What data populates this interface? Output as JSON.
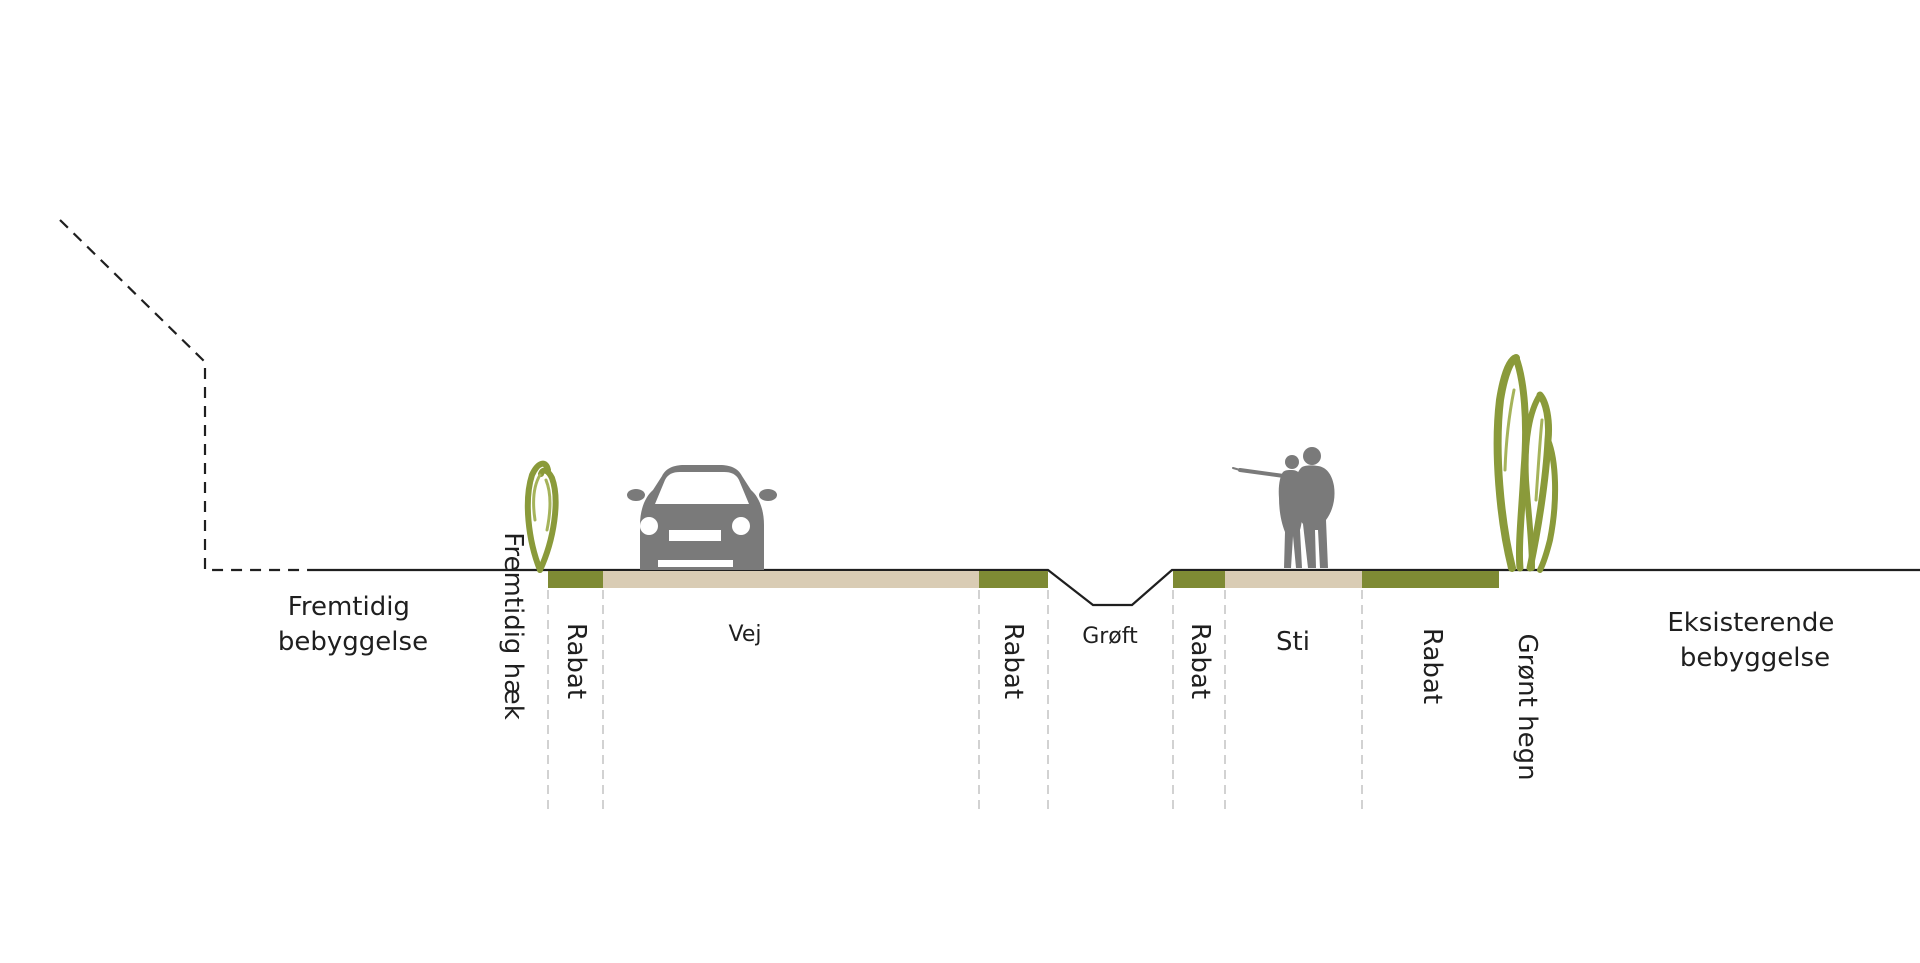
{
  "colors": {
    "background": "#ffffff",
    "ground_line": "#1f1f1f",
    "verge_green": "#7e8a34",
    "pavement_beige": "#d9ccb4",
    "silhouette_gray": "#7a7a7a",
    "plant_green": "#8a9a3a",
    "guide_dash": "#c4c4c4"
  },
  "labels": {
    "future_buildings": [
      "Fremtidig",
      "bebyggelse"
    ],
    "future_hedge": "Fremtidig hæk",
    "verge_1": "Rabat",
    "road": "Vej",
    "verge_2": "Rabat",
    "ditch": "Grøft",
    "verge_3": "Rabat",
    "path": "Sti",
    "verge_4": "Rabat",
    "green_fence": "Grønt hegn",
    "existing_buildings": [
      "Eksisterende",
      "bebyggelse"
    ]
  },
  "icons": {
    "car": "car-icon",
    "people": "pedestrians-icon",
    "hedge": "hedge-plant-icon",
    "fence": "green-fence-plant-icon"
  }
}
